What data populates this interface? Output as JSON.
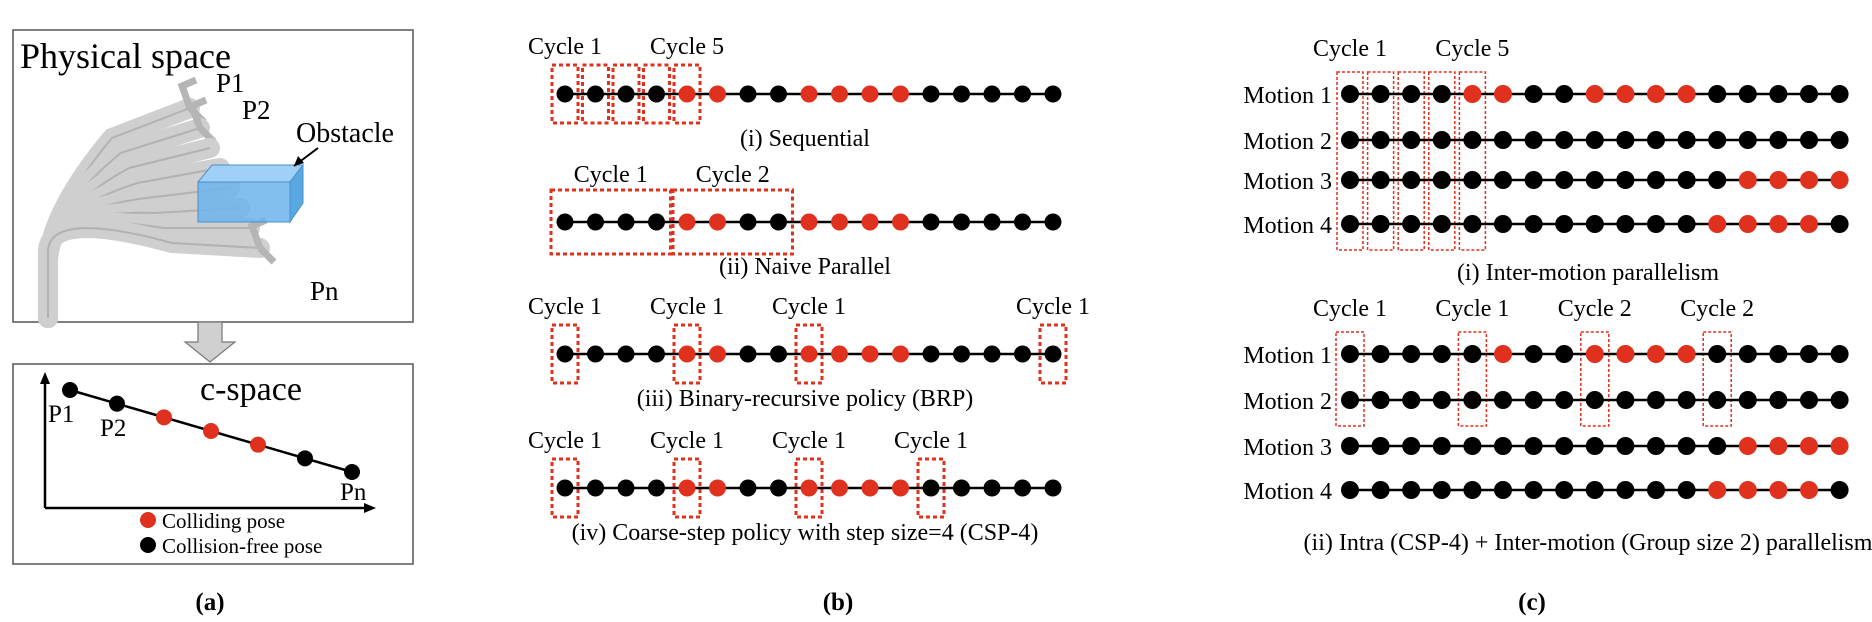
{
  "colors": {
    "colliding": "#e0301e",
    "free": "#000000",
    "obstacle": "#6ab4ec",
    "arm": "#bdbdbd"
  },
  "panel_a": {
    "physical_title": "Physical space",
    "p1": "P1",
    "p2": "P2",
    "pn": "Pn",
    "obstacle": "Obstacle",
    "cspace_title": "c-space",
    "legend_colliding": "Colliding pose",
    "legend_free": "Collision-free pose",
    "caption": "(a)"
  },
  "panel_b": {
    "caption": "(b)",
    "rows": [
      {
        "title": "(i) Sequential",
        "colliding": [
          4,
          5,
          8,
          9,
          10,
          11
        ],
        "boxes": [
          0,
          1,
          2,
          3,
          4
        ],
        "box_labels": [
          {
            "text": "Cycle 1",
            "at": 0
          },
          {
            "text": "Cycle 5",
            "at": 4
          }
        ]
      },
      {
        "title": "(ii) Naive Parallel",
        "colliding": [
          4,
          5,
          8,
          9,
          10,
          11
        ],
        "groups": [
          [
            0,
            3
          ],
          [
            4,
            7
          ]
        ],
        "box_labels": [
          {
            "text": "Cycle 1",
            "at": 1.5
          },
          {
            "text": "Cycle 2",
            "at": 5.5
          }
        ]
      },
      {
        "title": "(iii) Binary-recursive policy (BRP)",
        "colliding": [
          4,
          5,
          8,
          9,
          10,
          11
        ],
        "boxes": [
          0,
          4,
          8,
          16
        ],
        "box_labels": [
          {
            "text": "Cycle 1",
            "at": 0
          },
          {
            "text": "Cycle 1",
            "at": 4
          },
          {
            "text": "Cycle 1",
            "at": 8
          },
          {
            "text": "Cycle 1",
            "at": 16
          }
        ]
      },
      {
        "title": "(iv) Coarse-step policy with step size=4 (CSP-4)",
        "colliding": [
          4,
          5,
          8,
          9,
          10,
          11
        ],
        "boxes": [
          0,
          4,
          8,
          12
        ],
        "box_labels": [
          {
            "text": "Cycle 1",
            "at": 0
          },
          {
            "text": "Cycle 1",
            "at": 4
          },
          {
            "text": "Cycle 1",
            "at": 8
          },
          {
            "text": "Cycle 1",
            "at": 12
          }
        ]
      }
    ]
  },
  "panel_c": {
    "caption": "(c)",
    "top_title": "(i) Inter-motion parallelism",
    "bottom_title": "(ii) Intra (CSP-4) + Inter-motion (Group size 2) parallelism",
    "top_cycles": [
      {
        "text": "Cycle 1",
        "at": 0
      },
      {
        "text": "Cycle 5",
        "at": 4
      }
    ],
    "bottom_cycles": [
      {
        "text": "Cycle 1",
        "at": 0
      },
      {
        "text": "Cycle 1",
        "at": 4
      },
      {
        "text": "Cycle 2",
        "at": 8
      },
      {
        "text": "Cycle 2",
        "at": 12
      }
    ],
    "top_motions": [
      {
        "label": "Motion 1",
        "colliding": [
          4,
          5,
          8,
          9,
          10,
          11
        ]
      },
      {
        "label": "Motion 2",
        "colliding": []
      },
      {
        "label": "Motion 3",
        "colliding": [
          13,
          14,
          15,
          16
        ]
      },
      {
        "label": "Motion 4",
        "colliding": [
          12,
          13,
          14,
          15
        ]
      }
    ],
    "bottom_motions": [
      {
        "label": "Motion 1",
        "colliding": [
          5,
          8,
          9,
          10,
          11
        ]
      },
      {
        "label": "Motion 2",
        "colliding": []
      },
      {
        "label": "Motion 3",
        "colliding": [
          13,
          14,
          15,
          16
        ]
      },
      {
        "label": "Motion 4",
        "colliding": [
          12,
          13,
          14,
          15
        ]
      }
    ]
  }
}
